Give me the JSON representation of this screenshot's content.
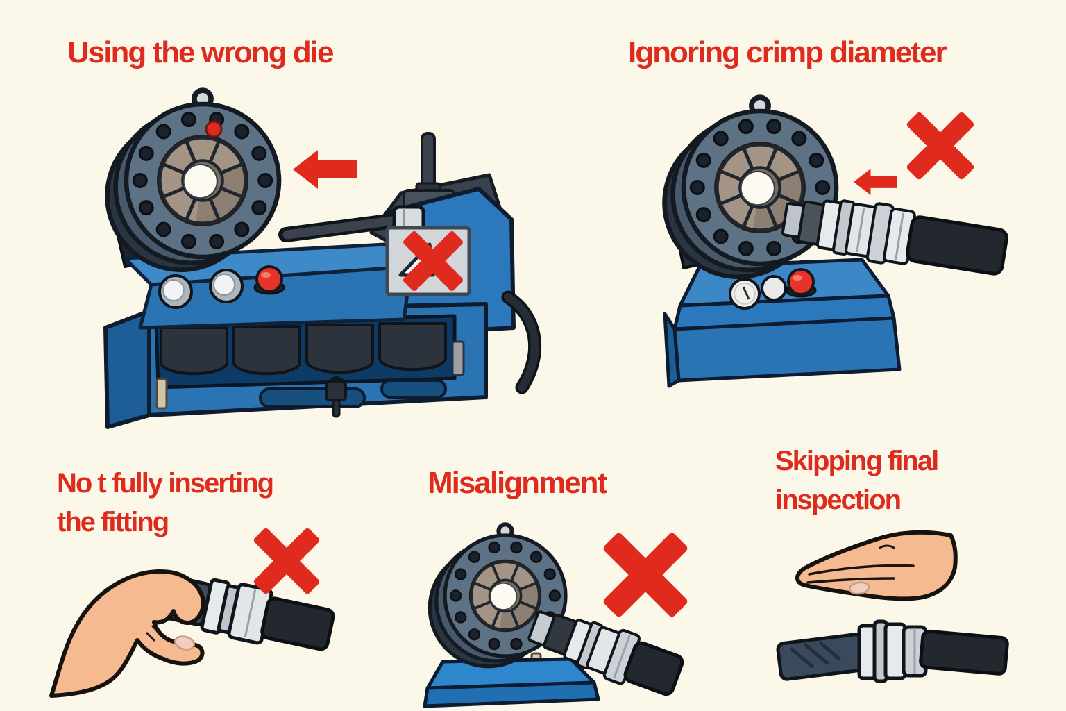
{
  "infographic": {
    "topic": "Hose crimping machine mistakes",
    "background": "#FBF8EA"
  },
  "colors": {
    "accent_red": "#E02A1E",
    "title_red": "#DE2B1E",
    "machine_blue": "#2B79BC",
    "machine_blue_dark": "#1D5E98",
    "die_slate": "#5E7286",
    "die_inner_tan": "#A39486",
    "metal_silver": "#E7EAED",
    "hose_black": "#23282F",
    "hose_slate": "#3A4A5C",
    "skin": "#F5BA90",
    "outline": "#141A22"
  },
  "panels": [
    {
      "id": "using-wrong-die",
      "title": "Using the wrong die",
      "icons": [
        "arrow-left",
        "x-mark",
        "warning-sign"
      ]
    },
    {
      "id": "ignoring-crimp-diameter",
      "title": "Ignoring crimp diameter",
      "icons": [
        "arrow-left",
        "x-mark"
      ]
    },
    {
      "id": "not-fully-inserting",
      "title_line1": "No t fully inserting",
      "title_line2": "the fitting",
      "icons": [
        "x-mark"
      ]
    },
    {
      "id": "misalignment",
      "title": "Misalignment",
      "icons": [
        "x-mark"
      ]
    },
    {
      "id": "skipping-final-inspection",
      "title_line1": "Skipping final",
      "title_line2": "inspection",
      "icons": []
    }
  ]
}
